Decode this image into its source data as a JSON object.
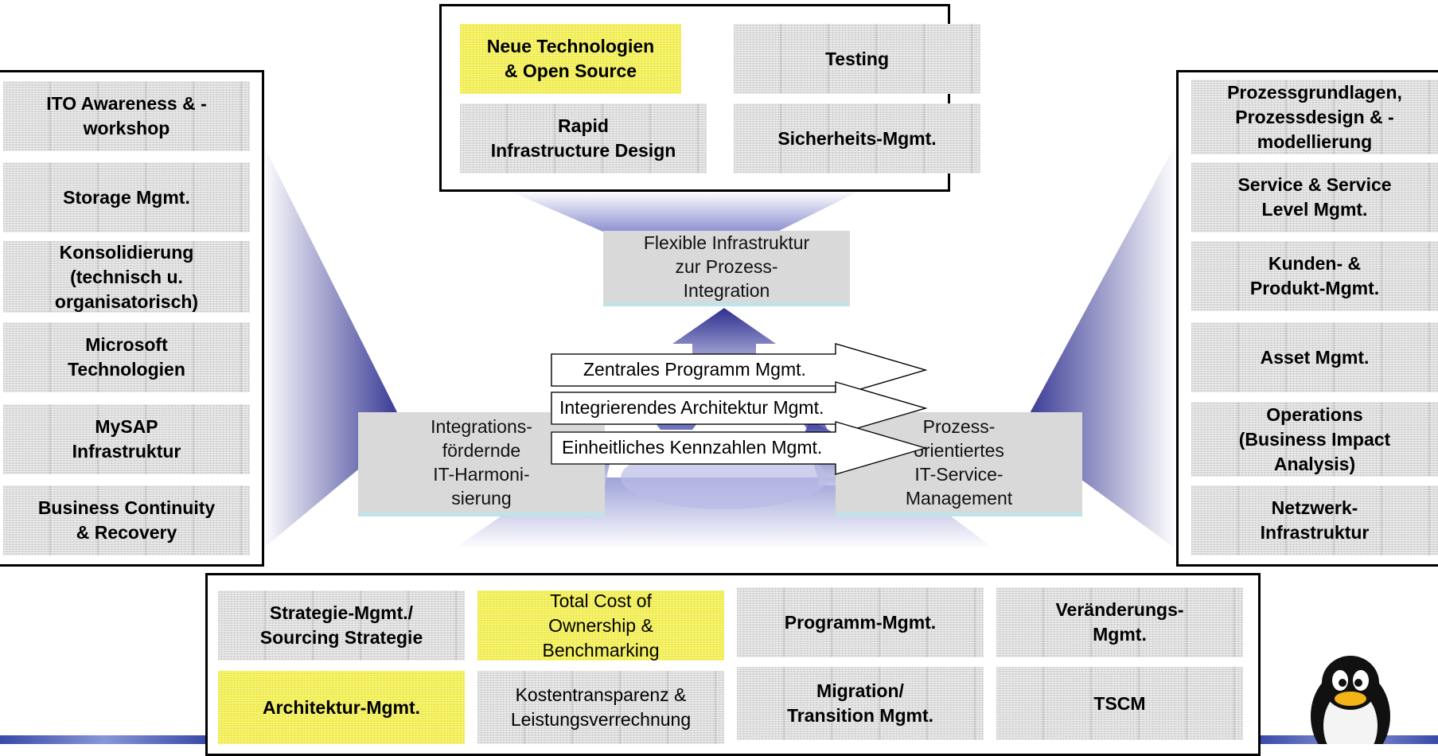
{
  "top_group": {
    "tiles": [
      {
        "label": "Neue Technologien\n& Open Source",
        "highlight": true
      },
      {
        "label": "Testing",
        "highlight": false
      },
      {
        "label": "Rapid\nInfrastructure Design",
        "highlight": false
      },
      {
        "label": "Sicherheits-Mgmt.",
        "highlight": false
      }
    ]
  },
  "left_group": {
    "tiles": [
      {
        "label": "ITO Awareness & -\nworkshop"
      },
      {
        "label": "Storage Mgmt."
      },
      {
        "label": "Konsolidierung\n(technisch u.\norganisatorisch)"
      },
      {
        "label": "Microsoft\nTechnologien"
      },
      {
        "label": "MySAP\nInfrastruktur"
      },
      {
        "label": "Business Continuity\n& Recovery"
      }
    ]
  },
  "right_group": {
    "tiles": [
      {
        "label": "Prozessgrundlagen,\nProzessdesign & -\nmodellierung"
      },
      {
        "label": "Service & Service\nLevel Mgmt."
      },
      {
        "label": "Kunden- &\nProdukt-Mgmt."
      },
      {
        "label": "Asset Mgmt."
      },
      {
        "label": "Operations\n(Business Impact\nAnalysis)"
      },
      {
        "label": "Netzwerk-\nInfrastruktur"
      }
    ]
  },
  "bottom_group": {
    "tiles": [
      {
        "label": "Strategie-Mgmt./\nSourcing Strategie",
        "highlight": false,
        "bold": true
      },
      {
        "label": "Total Cost of\nOwnership &\nBenchmarking",
        "highlight": true,
        "bold": false
      },
      {
        "label": "Programm-Mgmt.",
        "highlight": false,
        "bold": true
      },
      {
        "label": "Veränderungs-\nMgmt.",
        "highlight": false,
        "bold": true
      },
      {
        "label": "Architektur-Mgmt.",
        "highlight": true,
        "bold": true
      },
      {
        "label": "Kostentransparenz &\nLeistungsverrechnung",
        "highlight": false,
        "bold": false
      },
      {
        "label": "Migration/\nTransition Mgmt.",
        "highlight": false,
        "bold": true
      },
      {
        "label": "TSCM",
        "highlight": false,
        "bold": true
      }
    ]
  },
  "hubs": {
    "top": "Flexible Infrastruktur\nzur Prozess-\nIntegration",
    "left": "Integrations-\nfördernde\nIT-Harmoni-\nsierung",
    "right": "Prozess-\norientiertes\nIT-Service-\nManagement"
  },
  "center_arrows": [
    "Zentrales Programm Mgmt.",
    "Integrierendes Architektur Mgmt.",
    "Einheitliches Kennzahlen Mgmt."
  ],
  "colors": {
    "highlight": "#f2ee55",
    "tile_gray": "#dcdcdc",
    "funnel_blue": "#2e2f8f",
    "hub_underline": "#bfe3e8"
  }
}
